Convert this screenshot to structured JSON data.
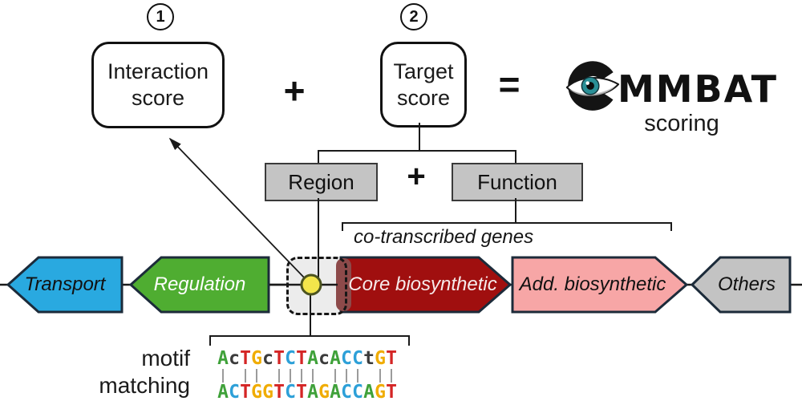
{
  "steps": {
    "one": "1",
    "two": "2"
  },
  "interaction_box": {
    "lines": [
      "Interaction",
      "score"
    ]
  },
  "target_box": {
    "lines": [
      "Target",
      "score"
    ]
  },
  "operators": {
    "plus_top": "+",
    "equals": "=",
    "plus_mid": "+"
  },
  "logo": {
    "wordmark": "CMMBAT",
    "wordmark_rest": "MMBAT",
    "subtitle": "scoring",
    "c_color": "#141414",
    "eye_iris": "#2a8f96"
  },
  "score_components": {
    "region": "Region",
    "function": "Function"
  },
  "co_transcribed_label": "co-transcribed genes",
  "genes": {
    "outline_color": "#1c2b3a",
    "items": [
      {
        "label": "Transport",
        "color": "#29a9e0",
        "text_color": "#111111",
        "direction": "left"
      },
      {
        "label": "Regulation",
        "color": "#4fad31",
        "text_color": "#ffffff",
        "direction": "left"
      },
      {
        "label": "Core biosynthetic",
        "color": "#a00f0f",
        "text_color": "#f6eaea",
        "direction": "right"
      },
      {
        "label": "Add. biosynthetic",
        "color": "#f7a6a6",
        "text_color": "#111111",
        "direction": "right"
      },
      {
        "label": "Others",
        "color": "#c3c3c3",
        "text_color": "#111111",
        "direction": "left"
      }
    ]
  },
  "promoter": {
    "box_fill": "#ececec",
    "dot_fill": "#f3e54b",
    "dot_stroke": "#4c541f",
    "tab_color": "#8d4a4a"
  },
  "motif": {
    "label_lines": [
      "motif",
      "matching"
    ],
    "sequence_top": "AcTGcTCTAcACCtGT",
    "sequence_bottom": "ACTGGTCTAGACCAGT",
    "matches": [
      1,
      0,
      1,
      1,
      0,
      1,
      1,
      1,
      1,
      0,
      1,
      1,
      1,
      0,
      1,
      1
    ],
    "colors": {
      "A": "#3fa13a",
      "C": "#2da0d8",
      "G": "#f0ac00",
      "T": "#d42525",
      "lowercase": "#3b3b3b"
    },
    "tick_color": "#9b9b9b"
  }
}
